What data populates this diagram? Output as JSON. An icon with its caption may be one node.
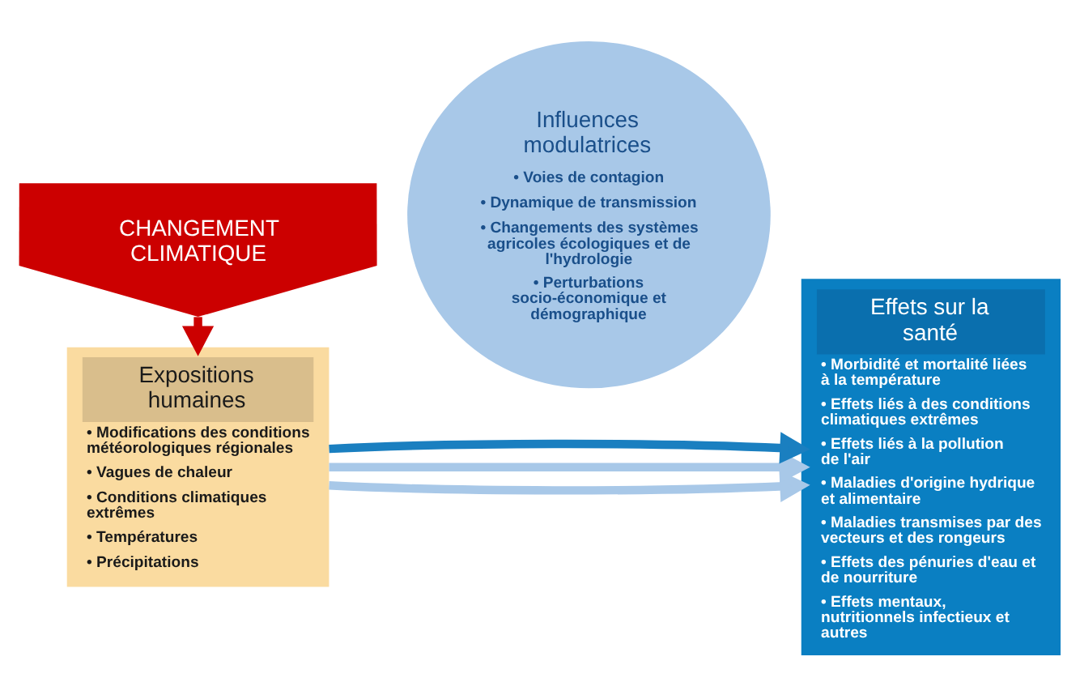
{
  "diagram": {
    "nodes": [
      {
        "text": [
          "CHANGEMENT CLIMATIQUE"
        ]
      },
      {
        "text": [
          "Expositions humaines",
          "• Modifications des conditions météorologiques régionales",
          "• Vagues de chaleur",
          "• Conditions climatiques extrêmes",
          "• Températures",
          "• Précipitations"
        ]
      },
      {
        "text": [
          "Influences modulatrices",
          "• Voies de contagion",
          "• Dynamique de transmission",
          "• Changements des systèmes agricoles écologiques et de l'hydrologie",
          "• Perturbations socio-économique et démographique"
        ]
      },
      {
        "text": [
          "Effets sur la santé",
          "• Morbidité et mortalité liées à la température",
          "• Effets liés à des conditions climatiques extrêmes",
          "• Effets liés à la pollution de l'air",
          "• Maladies d'origine hydrique et alimentaire",
          "• Maladies transmises par des vecteurs et des rongeurs",
          "• Effets des pénuries d'eau et de nourriture",
          "• Effets mentaux, nutritionnels infectieux et autres"
        ]
      }
    ],
    "edges": [
      {
        "from": 0,
        "to": 1,
        "arrow": "to",
        "color": "#cc0000"
      },
      {
        "from": 1,
        "to": 3,
        "arrow": "to"
      },
      {
        "from": 1,
        "to": 3,
        "arrow": "to"
      },
      {
        "from": 1,
        "to": 3,
        "arrow": "to",
        "color": "#1a7fc0"
      }
    ]
  }
}
